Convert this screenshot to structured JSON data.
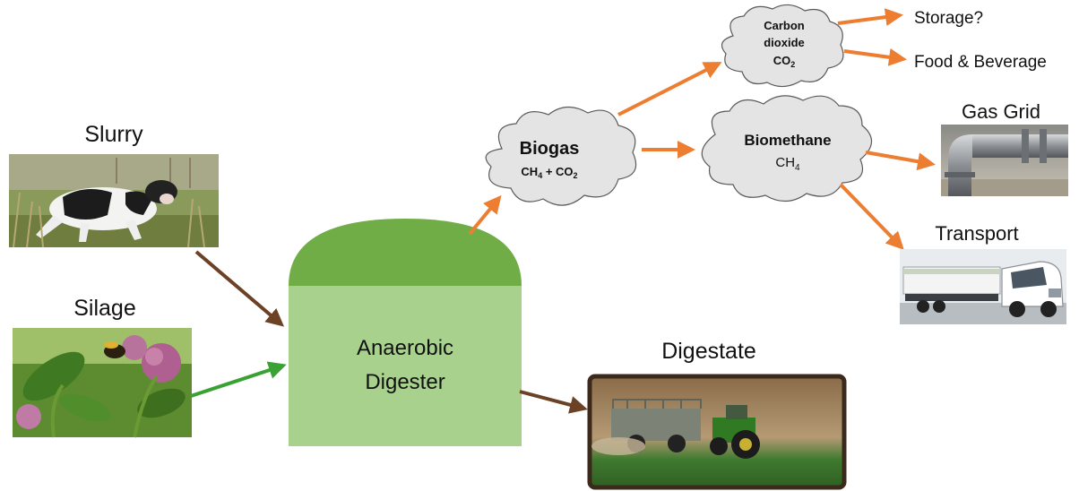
{
  "inputs": {
    "slurry": "Slurry",
    "silage": "Silage"
  },
  "digester": {
    "line1": "Anaerobic",
    "line2": "Digester"
  },
  "digestate": "Digestate",
  "biogas": {
    "title": "Biogas",
    "formula_part1": "CH",
    "formula_sub1": "4",
    "formula_part2": " + CO",
    "formula_sub2": "2"
  },
  "co2": {
    "line1": "Carbon",
    "line2": "dioxide",
    "formula": "CO",
    "formula_sub": "2"
  },
  "biomethane": {
    "title": "Biomethane",
    "formula": "CH",
    "formula_sub": "4"
  },
  "outputs": {
    "storage": "Storage?",
    "food": "Food & Beverage",
    "gas_grid": "Gas Grid",
    "transport": "Transport"
  },
  "colors": {
    "arrow_brown": "#6b4226",
    "arrow_green": "#3aa135",
    "arrow_orange": "#ed7d31",
    "digester_top": "#70ad47",
    "digester_body": "#a9d18e"
  }
}
